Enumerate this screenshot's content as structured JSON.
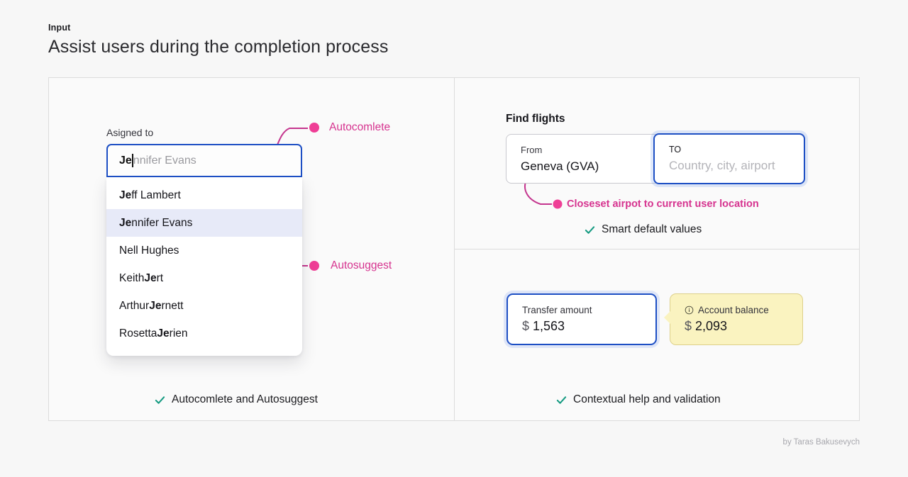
{
  "header": {
    "eyebrow": "Input",
    "title": "Assist users during the completion process"
  },
  "left_panel": {
    "field_label": "Asigned to",
    "input": {
      "typed_text": "Je",
      "ghost_text": "nnifer Evans",
      "full_value": "Jennifer Evans"
    },
    "options": [
      {
        "match": "Je",
        "rest": "ff Lambert",
        "selected": false
      },
      {
        "match": "Je",
        "rest": "nnifer Evans",
        "selected": true
      },
      {
        "match": "",
        "rest": "Nell Hughes",
        "selected": false
      },
      {
        "match": "",
        "rest": "Keith ",
        "selected": false,
        "pre": "Keith ",
        "bold": "Je",
        "post": "rt"
      },
      {
        "match": "",
        "rest": "Arthur ",
        "selected": false,
        "pre": "Arthur ",
        "bold": "Je",
        "post": "rnett"
      },
      {
        "match": "",
        "rest": "Rosetta ",
        "selected": false,
        "pre": "Rosetta ",
        "bold": "Je",
        "post": "rien"
      }
    ],
    "annotations": {
      "autocomplete": "Autocomlete",
      "autosuggest": "Autosuggest"
    },
    "caption": "Autocomlete and Autosuggest"
  },
  "right_panel": {
    "flights": {
      "section_title": "Find flights",
      "from_label": "From",
      "from_value": "Geneva (GVA)",
      "to_label": "TO",
      "to_placeholder": "Country, city, airport",
      "annotation": "Closeset airpot to current user location",
      "note": "Smart default values"
    },
    "transfer": {
      "amount_label": "Transfer amount",
      "amount_currency": "$",
      "amount_value": "1,563",
      "balance_label": "Account balance",
      "balance_currency": "$",
      "balance_value": "2,093",
      "balance_icon": "info-icon"
    },
    "caption": "Contextual help and validation"
  },
  "credit": "by Taras Bakusevych",
  "colors": {
    "accent_pink": "#d6338f",
    "focus_blue": "#1d4fc4",
    "check_teal": "#169b82",
    "tooltip_yellow": "#faf3c0",
    "selected_row": "#e7eaf8",
    "page_bg": "#f7f7f7"
  }
}
